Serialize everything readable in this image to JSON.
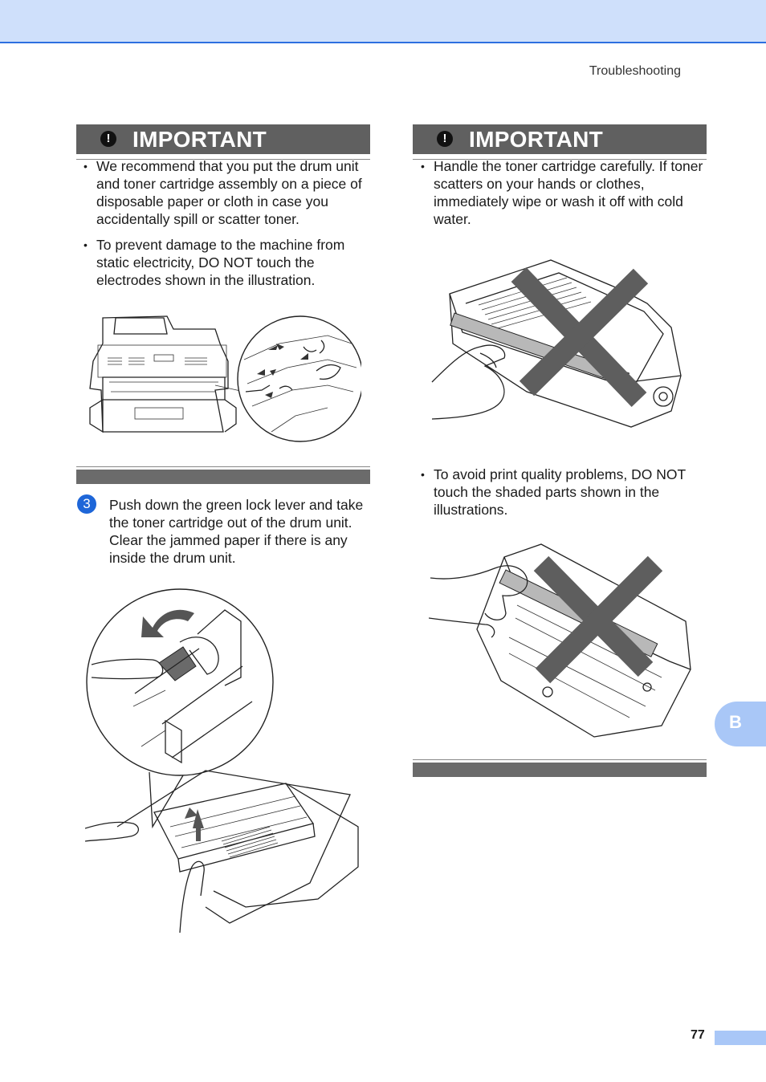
{
  "header": {
    "section_title": "Troubleshooting"
  },
  "left": {
    "important_box": {
      "icon": "!",
      "title": "IMPORTANT",
      "bullets": [
        "We recommend that you put the drum unit and toner cartridge assembly on a piece of disposable paper or cloth in case you accidentally spill or scatter toner.",
        "To prevent damage to the machine from static electricity, DO NOT touch the electrodes shown in the illustration."
      ]
    },
    "step": {
      "number": "3",
      "text": "Push down the green lock lever and take the toner cartridge out of the drum unit. Clear the jammed paper if there is any inside the drum unit."
    }
  },
  "right": {
    "important_box": {
      "icon": "!",
      "title": "IMPORTANT",
      "bullets": [
        "Handle the toner cartridge carefully. If toner scatters on your hands or clothes, immediately wipe or wash it off with cold water.",
        "To avoid print quality problems, DO NOT touch the shaded parts shown in the illustrations."
      ]
    }
  },
  "side_tab": {
    "label": "B",
    "color": "#a9c7f7"
  },
  "footer": {
    "page_number": "77"
  },
  "colors": {
    "header_band": "#cfe0fb",
    "header_rule": "#2d6fe0",
    "important_bar": "#606060",
    "step_badge": "#1e66d8"
  }
}
